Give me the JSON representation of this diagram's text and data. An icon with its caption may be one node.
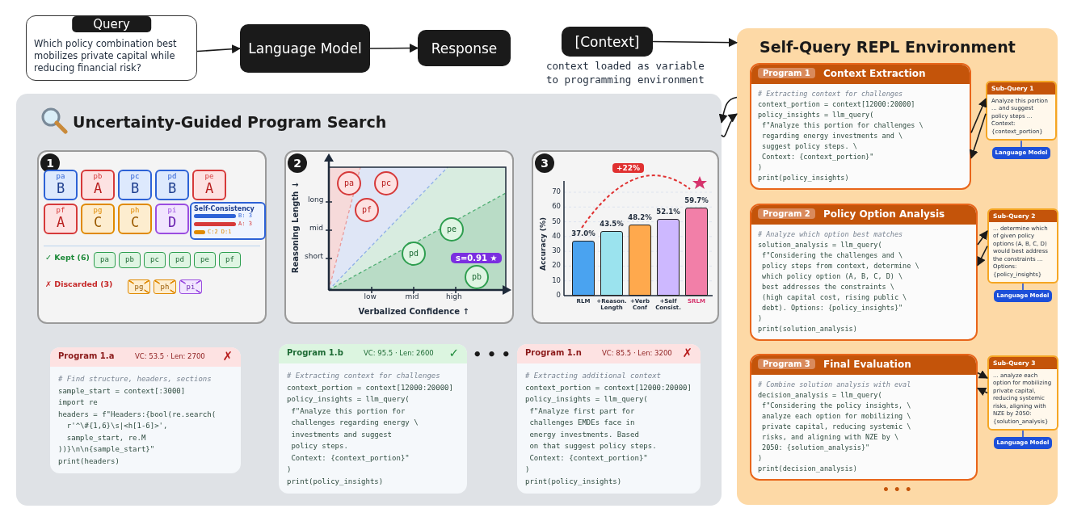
{
  "diagram": {
    "nodes": [
      {
        "text": [
          "Query",
          "Which policy combination best mobilizes private capital while reducing financial risk?"
        ]
      },
      {
        "text": [
          "Language Model"
        ]
      },
      {
        "text": [
          "Response"
        ]
      },
      {
        "text": [
          "[Context]"
        ],
        "beside": [
          "context loaded as variable to programming environment"
        ]
      },
      {
        "text": [
          "Self-Query REPL Environment"
        ]
      },
      {
        "text": [
          "Program 1",
          "Context Extraction",
          "# Extracting context for challenges",
          "context_portion = context[12000:20000]",
          "policy_insights = llm_query(",
          " f\"Analyze this portion for challenges \\",
          " regarding energy investments and \\",
          " suggest policy steps. \\",
          " Context: {context_portion}\"",
          ")",
          "print(policy_insights)"
        ],
        "in": 4
      },
      {
        "text": [
          "Sub-Query 1",
          "Analyze this portion ... and suggest policy steps ... Context: {context_portion}"
        ],
        "in": 4
      },
      {
        "text": [
          "Language Model"
        ],
        "in": 4
      },
      {
        "text": [
          "Program 2",
          "Policy Option Analysis",
          "# Analyze which option best matches",
          "solution_analysis = llm_query(",
          " f\"Considering the challenges and \\",
          " policy steps from context, determine \\",
          " which policy option (A, B, C, D) \\",
          " best addresses the constraints \\",
          " (high capital cost, rising public \\",
          " debt). Options: {policy_insights}\"",
          ")",
          "print(solution_analysis)"
        ],
        "in": 4
      },
      {
        "text": [
          "Sub-Query 2",
          "... determine which of given policy options (A, B, C, D) would best address the constraints ... Options: {policy_insights}"
        ],
        "in": 4
      },
      {
        "text": [
          "Language Model"
        ],
        "in": 4
      },
      {
        "text": [
          "Program 3",
          "Final Evaluation",
          "# Combine solution analysis with eval",
          "decision_analysis = llm_query(",
          " f\"Considering the policy insights, \\",
          " analyze each option for mobilizing \\",
          " private capital, reducing systemic \\",
          " risks, and aligning with NZE by \\",
          " 2050: {solution_analysis}\"",
          ")",
          "print(decision_analysis)"
        ],
        "in": 4
      },
      {
        "text": [
          "Sub-Query 3",
          "... analyze each option for mobilizing private capital, reducing systemic risks, aligning with NZE by 2050: {solution_analysis}"
        ],
        "in": 4
      },
      {
        "text": [
          "Language Model"
        ],
        "in": 4
      },
      {
        "text": [
          "Uncertainty-Guided Program Search"
        ]
      },
      {
        "text": [
          "1"
        ],
        "in": 14
      },
      {
        "text": [
          "pa",
          "B"
        ],
        "in": 15
      },
      {
        "text": [
          "pb",
          "A"
        ],
        "in": 15
      },
      {
        "text": [
          "pc",
          "B"
        ],
        "in": 15
      },
      {
        "text": [
          "pd",
          "B"
        ],
        "in": 15
      },
      {
        "text": [
          "pe",
          "A"
        ],
        "in": 15
      },
      {
        "text": [
          "pf",
          "A"
        ],
        "in": 15
      },
      {
        "text": [
          "pg",
          "C"
        ],
        "in": 15
      },
      {
        "text": [
          "ph",
          "C"
        ],
        "in": 15
      },
      {
        "text": [
          "pi",
          "D"
        ],
        "in": 15
      },
      {
        "text": [
          "Self-Consistency",
          "B: 3",
          "A: 3",
          "C:2 D:1"
        ],
        "in": 15
      },
      {
        "text": [
          "pa"
        ],
        "in": 15
      },
      {
        "text": [
          "pb"
        ],
        "in": 15
      },
      {
        "text": [
          "pc"
        ],
        "in": 15
      },
      {
        "text": [
          "pd"
        ],
        "in": 15
      },
      {
        "text": [
          "pe"
        ],
        "in": 15
      },
      {
        "text": [
          "pf"
        ],
        "in": 15
      },
      {
        "text": [
          "pg"
        ],
        "in": 15
      },
      {
        "text": [
          "ph"
        ],
        "in": 15
      },
      {
        "text": [
          "pi"
        ],
        "in": 15
      },
      {
        "text": [
          "2"
        ],
        "in": 14
      },
      {
        "text": [
          "pa"
        ],
        "in": 35
      },
      {
        "text": [
          "pc"
        ],
        "in": 35
      },
      {
        "text": [
          "pf"
        ],
        "in": 35
      },
      {
        "text": [
          "pe"
        ],
        "in": 35
      },
      {
        "text": [
          "pd"
        ],
        "in": 35
      },
      {
        "text": [
          "pb"
        ],
        "in": 35,
        "beside": [
          "s=0.91 ★"
        ]
      },
      {
        "text": [
          "3"
        ],
        "in": 14
      },
      {
        "text": [
          "Program 1.a",
          "VC: 53.5 · Len: 2700",
          "✗",
          "# Find structure, headers, sections",
          "sample_start = context[:3000]",
          "import re",
          "headers = f\"Headers:{bool(re.search(",
          "  r'^\\#{1,6}\\s|<h[1-6]>',",
          "  sample_start, re.M",
          "))}\\n\\n{sample_start}\"",
          "print(headers)"
        ],
        "in": 14
      },
      {
        "text": [
          "Program 1.b",
          "VC: 95.5 · Len: 2600",
          "✓",
          "# Extracting context for challenges",
          "context_portion = context[12000:20000]",
          "policy_insights = llm_query(",
          " f\"Analyze this portion for",
          " challenges regarding energy \\",
          " investments and suggest",
          " policy steps.",
          " Context: {context_portion}\"",
          ")",
          "print(policy_insights)"
        ],
        "in": 14
      },
      {
        "text": [
          "Program 1.n",
          "VC: 85.5 · Len: 3200",
          "✗",
          "# Extracting additional context",
          "context_portion = context[12000:20000]",
          "policy_insights = llm_query(",
          " f\"Analyze first part for",
          " challenges EMDEs face in",
          " energy investments. Based",
          " on that suggest policy steps.",
          " Context: {context_portion}\"",
          ")",
          "print(policy_insights)"
        ],
        "in": 14
      }
    ],
    "edges": [
      {
        "from": 0,
        "to": 1,
        "arrow": "to"
      },
      {
        "from": 1,
        "to": 2,
        "arrow": "to"
      },
      {
        "from": 3,
        "to": 4,
        "arrow": "to"
      },
      {
        "from": 4,
        "to": 14,
        "arrow": "to"
      },
      {
        "from": 14,
        "to": 4,
        "arrow": "to"
      },
      {
        "from": 5,
        "to": 6,
        "arrow": "to"
      },
      {
        "from": 6,
        "to": 5,
        "arrow": "to"
      },
      {
        "from": 6,
        "to": 7,
        "arrow": "none",
        "color": "#1d4fd8"
      },
      {
        "from": 8,
        "to": 9,
        "arrow": "to"
      },
      {
        "from": 9,
        "to": 8,
        "arrow": "to"
      },
      {
        "from": 9,
        "to": 10,
        "arrow": "none",
        "color": "#1d4fd8"
      },
      {
        "from": 11,
        "to": 12,
        "arrow": "to"
      },
      {
        "from": 12,
        "to": 11,
        "arrow": "to"
      },
      {
        "from": 12,
        "to": 13,
        "arrow": "none",
        "color": "#1d4fd8"
      }
    ],
    "labels": [
      "✓ Kept (6)",
      "✗ Discarded (3)",
      "Reasoning Length ↓",
      "long",
      "mid",
      "short",
      "low",
      "mid",
      "high",
      "Verbalized Confidence ↑",
      "• • •",
      "• • •"
    ],
    "chart_data": {
      "type": "bar",
      "ylabel": "Accuracy (%)",
      "categories": [
        "RLM",
        "+Reason. Length",
        "+Verb Conf",
        "+Self Consist.",
        "SRLM"
      ],
      "values": [
        37.0,
        43.5,
        48.2,
        52.1,
        59.7
      ],
      "value_labels": [
        "37.0%",
        "43.5%",
        "48.2%",
        "52.1%",
        "59.7%"
      ],
      "ylim": [
        0,
        70
      ],
      "grid": true,
      "yticks": [
        0,
        10,
        20,
        30,
        40,
        50,
        60,
        70
      ],
      "annotations": [
        "+22%"
      ]
    }
  }
}
